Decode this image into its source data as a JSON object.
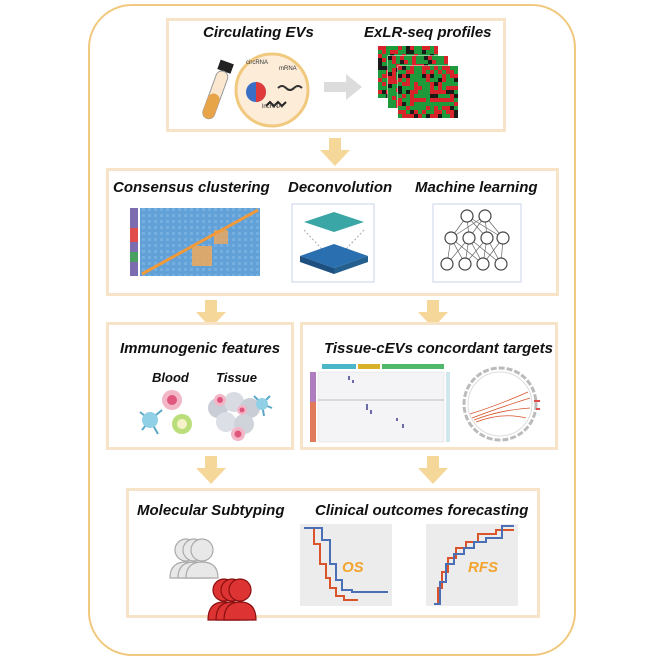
{
  "stage1": {
    "left_title": "Circulating EVs",
    "right_title": "ExLR-seq profiles",
    "rna_labels": {
      "circ": "circRNA",
      "m": "mRNA",
      "lnc": "lncRNA"
    }
  },
  "stage2": {
    "titles": [
      "Consensus clustering",
      "Deconvolution",
      "Machine learning"
    ]
  },
  "stage3": {
    "left_title": "Immunogenic features",
    "left_labels": [
      "Blood",
      "Tissue"
    ],
    "right_title": "Tissue-cEVs concordant targets"
  },
  "stage4": {
    "left_title": "Molecular Subtyping",
    "right_title": "Clinical outcomes forecasting",
    "os_label": "OS",
    "rfs_label": "RFS"
  },
  "colors": {
    "outer_border": "#f1c97e",
    "panel_border": "#f7e4c8",
    "arrow": "#f6d79a",
    "accent_text": "#f2a42f",
    "curve_blue": "#4a6fb5",
    "curve_red": "#d9532b"
  }
}
